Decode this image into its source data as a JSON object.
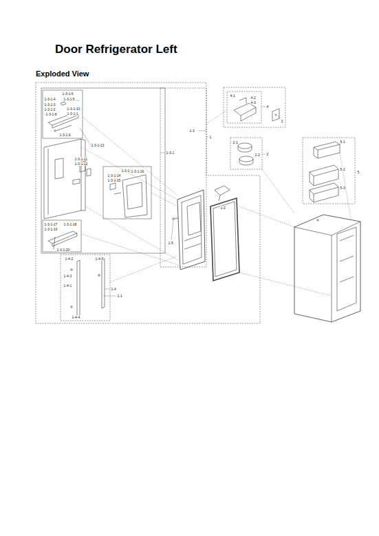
{
  "diagram": {
    "title": "Door Refrigerator Left",
    "labels": [
      "Exploded View",
      "1-3-1-6",
      "1-3-1-4",
      "1-3-1-5",
      "1-3-1-3",
      "1-3-1-2",
      "1-3-1-8",
      "1-3-1-10",
      "1-3-1-9",
      "1-3-1-1",
      "1-3-1-13",
      "1-3-1-11",
      "1-3-1-12",
      "1-3-1-7",
      "1-3-1-14",
      "1-3-1-15",
      "1-3-1-16",
      "1-3-1-17",
      "1-3-1-18",
      "1-3-1-19",
      "1-3-1-20",
      "1-3-1",
      "1-3",
      "1",
      "1-2",
      "1-5",
      "1-4-2",
      "1-4-5",
      "1-4-3",
      "1-4-1",
      "1-4-4",
      "1-4",
      "1-1",
      "4-1",
      "4-2",
      "4-3",
      "4",
      "3",
      "2-1",
      "2-2",
      "2",
      "5-1",
      "5-2",
      "5-3",
      "5"
    ]
  }
}
